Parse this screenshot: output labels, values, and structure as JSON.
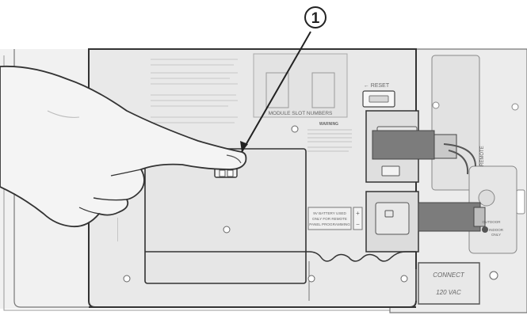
{
  "callout": {
    "number": "1"
  },
  "labels": {
    "reset": "← RESET",
    "module_slot_numbers": "MODULE SLOT NUMBERS",
    "warning": "WARNING",
    "battery_line1": "9V BATTERY USED",
    "battery_line2": "ONLY FOR REMOTE",
    "battery_line3": "PANEL PROGRAMMING",
    "plus": "+",
    "minus": "−",
    "remote": "REMOTE",
    "outdoor": "OUTDOOR",
    "indoor": "INDOOR",
    "only": "ONLY",
    "connect": "CONNECT",
    "voltage": "120 VAC"
  },
  "colors": {
    "line": "#333333",
    "panel": "#e9e9e9",
    "panel_dark": "#d2d2d2",
    "cable": "#7c7c7c"
  }
}
